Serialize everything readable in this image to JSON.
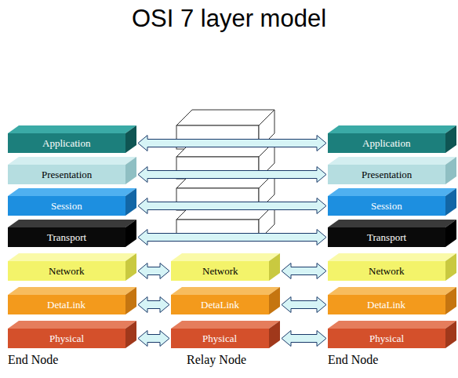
{
  "diagram": {
    "title": "OSI 7 layer model",
    "nodes": [
      {
        "text": [
          "Application"
        ]
      },
      {
        "text": [
          "Presentation"
        ]
      },
      {
        "text": [
          "Session"
        ]
      },
      {
        "text": [
          "Transport"
        ]
      },
      {
        "text": [
          "Network"
        ]
      },
      {
        "text": [
          "DetaLink"
        ]
      },
      {
        "text": [
          "Physical"
        ]
      },
      {
        "text": [
          "Network"
        ]
      },
      {
        "text": [
          "DetaLink"
        ]
      },
      {
        "text": [
          "Physical"
        ]
      },
      {
        "text": [
          "Application"
        ]
      },
      {
        "text": [
          "Presentation"
        ]
      },
      {
        "text": [
          "Session"
        ]
      },
      {
        "text": [
          "Transport"
        ]
      },
      {
        "text": [
          "Network"
        ]
      },
      {
        "text": [
          "DetaLink"
        ]
      },
      {
        "text": [
          "Physical"
        ]
      }
    ],
    "edges": [
      {
        "from": 0,
        "to": 10,
        "arrow": "both"
      },
      {
        "from": 1,
        "to": 11,
        "arrow": "both"
      },
      {
        "from": 2,
        "to": 12,
        "arrow": "both"
      },
      {
        "from": 3,
        "to": 13,
        "arrow": "both"
      },
      {
        "from": 4,
        "to": 7,
        "arrow": "both"
      },
      {
        "from": 7,
        "to": 14,
        "arrow": "both"
      },
      {
        "from": 5,
        "to": 8,
        "arrow": "both"
      },
      {
        "from": 8,
        "to": 15,
        "arrow": "both"
      },
      {
        "from": 6,
        "to": 9,
        "arrow": "both"
      },
      {
        "from": 9,
        "to": 16,
        "arrow": "both"
      }
    ],
    "labels": [
      "End Node",
      "Relay Node",
      "End Node"
    ]
  }
}
